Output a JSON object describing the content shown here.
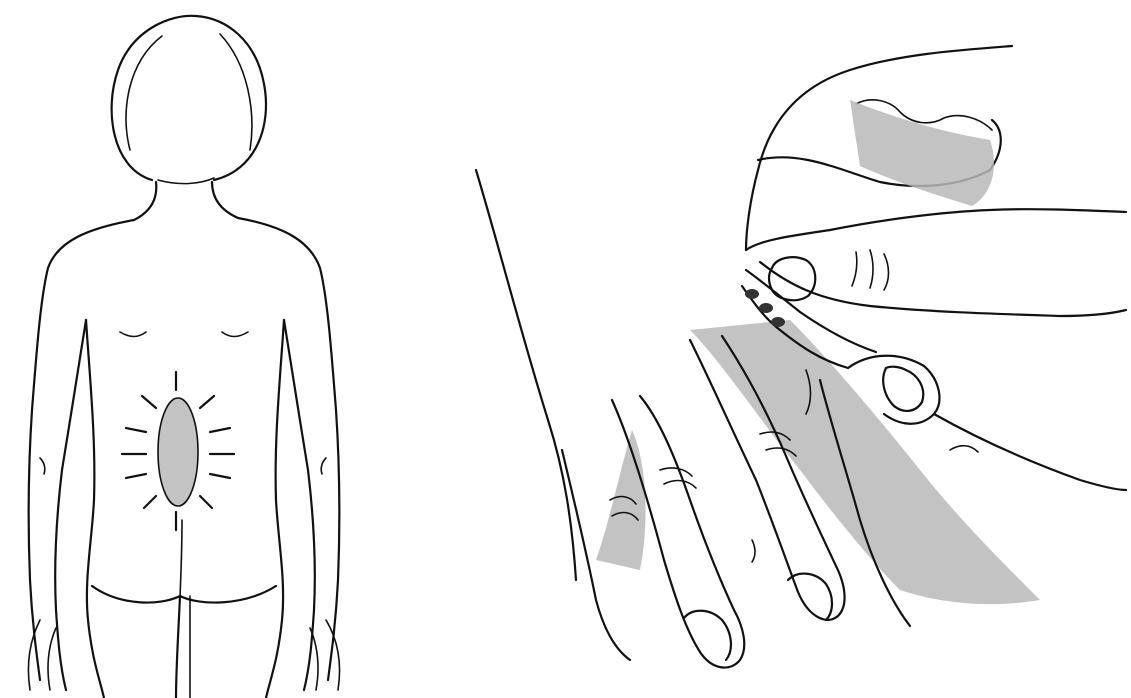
{
  "illustration": {
    "panels": [
      {
        "id": "back-view",
        "subject": "standing-figure-back-view",
        "highlight": "lower-back-area"
      },
      {
        "id": "hand-detail",
        "subject": "fingers-pinching-skin-fold"
      }
    ],
    "colors": {
      "ink": "#111111",
      "shade": "#b9b9b9",
      "background": "#ffffff"
    }
  }
}
